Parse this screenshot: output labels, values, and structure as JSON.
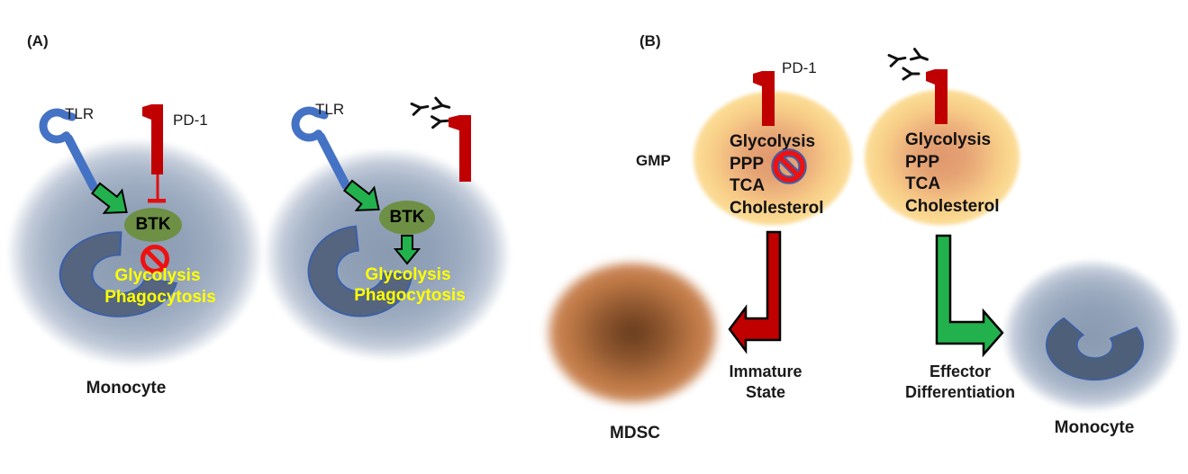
{
  "figure": {
    "panel_a": {
      "label": "(A)",
      "monocyte_rest": {
        "tlr_label": "TLR",
        "pd1_label": "PD-1",
        "btk_label": "BTK",
        "blocked_line1": "Glycolysis",
        "blocked_line2": "Phagocytosis",
        "cell_label": "Monocyte"
      },
      "monocyte_pd1_blocked": {
        "tlr_label": "TLR",
        "btk_label": "BTK",
        "active_line1": "Glycolysis",
        "active_line2": "Phagocytosis"
      }
    },
    "panel_b": {
      "label": "(B)",
      "gmp_label": "GMP",
      "pd1_label": "PD-1",
      "gmp_pd1": {
        "metabolism": [
          "Glycolysis",
          "PPP",
          "TCA",
          "Cholesterol"
        ]
      },
      "gmp_antibody": {
        "metabolism": [
          "Glycolysis",
          "PPP",
          "TCA",
          "Cholesterol"
        ]
      },
      "immature": {
        "line1": "Immature",
        "line2": "State",
        "cell_label": "MDSC"
      },
      "effector": {
        "line1": "Effector",
        "line2": "Differentiation",
        "cell_label": "Monocyte"
      }
    },
    "colors": {
      "tlr_blue": "#4472c4",
      "inhibitor_red": "#c00000",
      "arrow_green": "#22b14c",
      "btk_green": "#6d9045",
      "prohibition_red": "#ee1111",
      "prohibition_ring_blue": "#3f5fa8",
      "highlight_yellow": "#ffff00",
      "monocyte_body": "#9dabc0",
      "nucleus_fill": "#55657f",
      "nucleus_outline": "#3a5fa8",
      "gmp_body": "#f8d18a",
      "mdsc_body": "#b4713f"
    }
  }
}
